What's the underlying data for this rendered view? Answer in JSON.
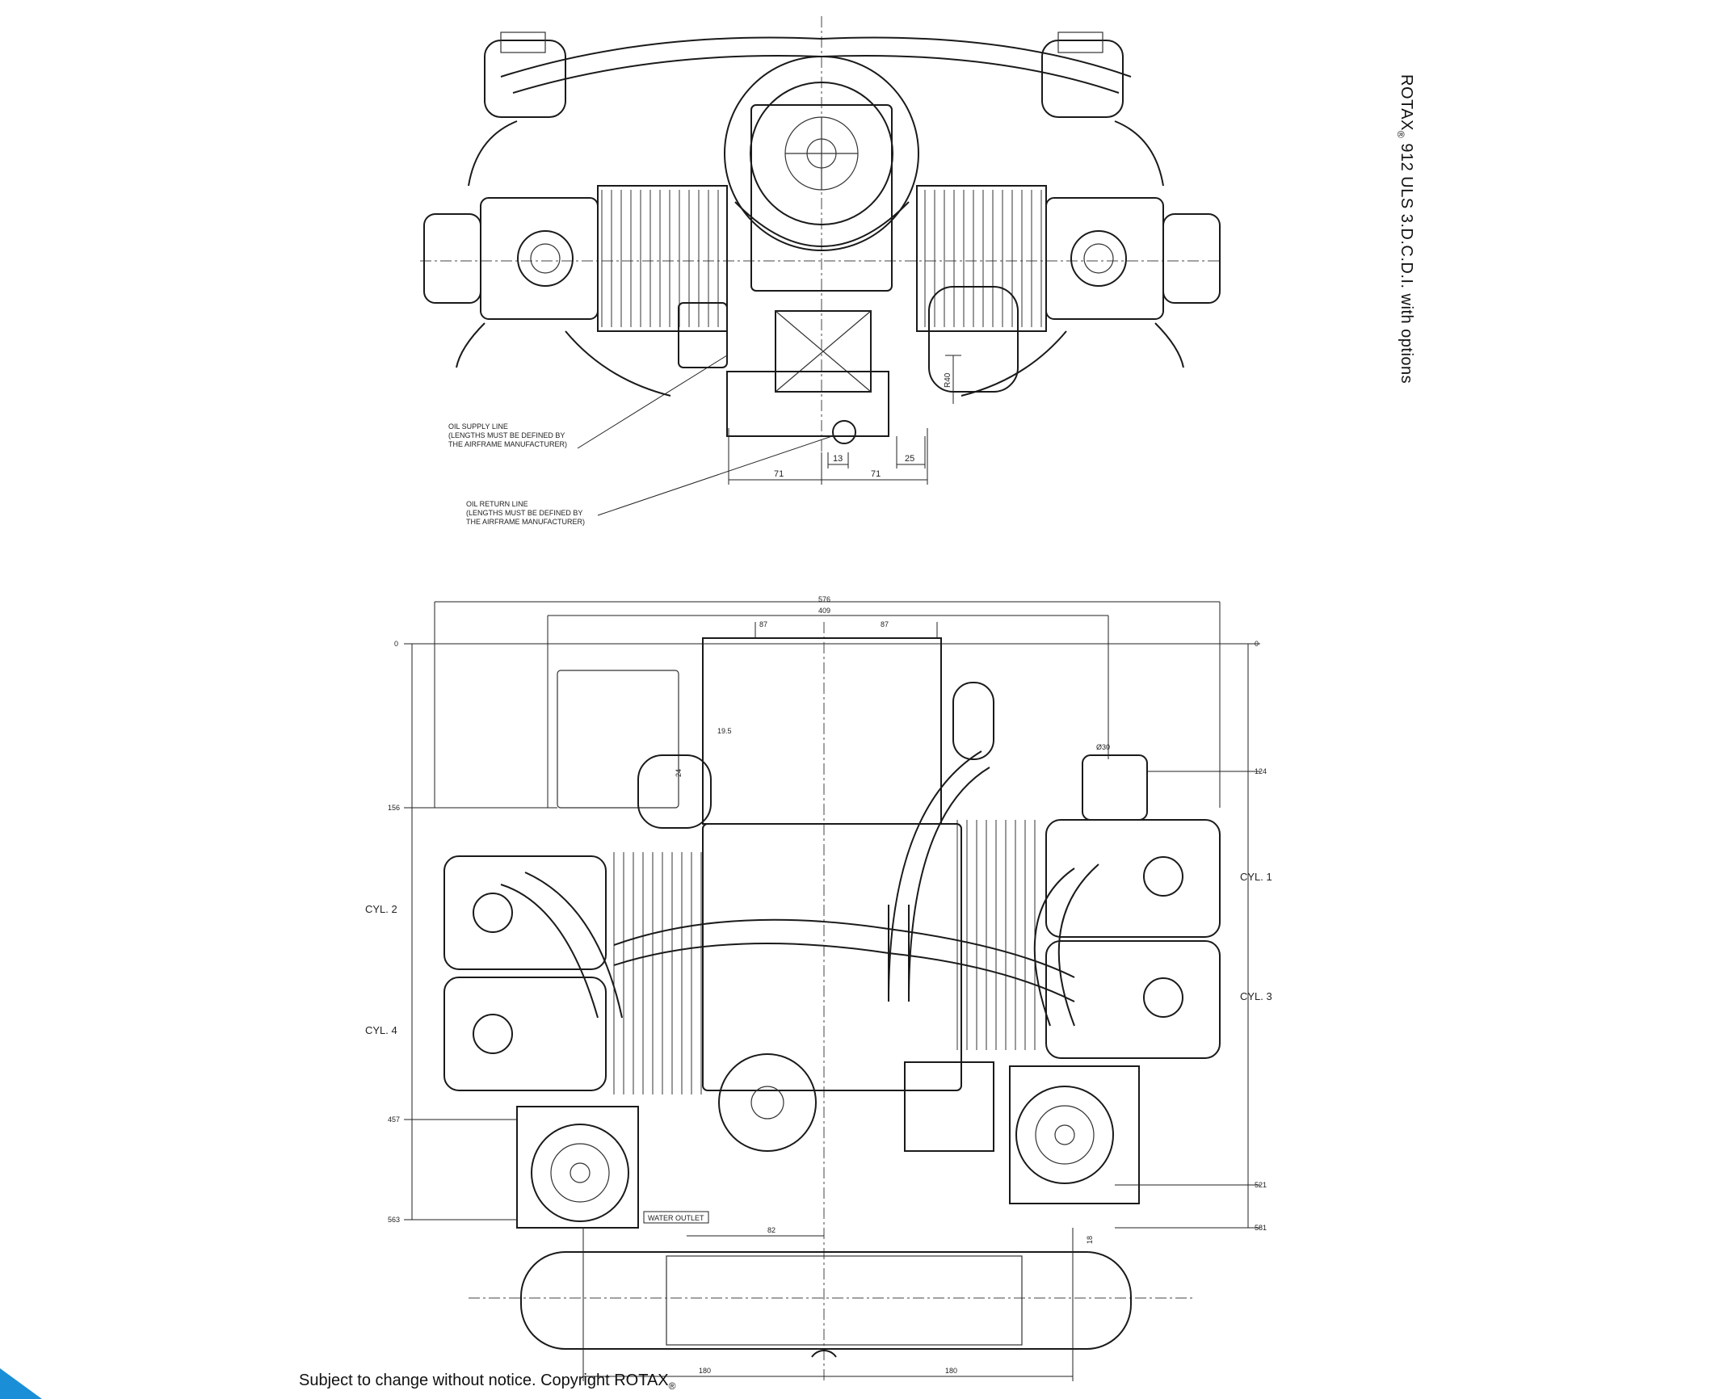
{
  "title": {
    "text": "ROTAX",
    "reg": "®",
    "rest": " 912 ULS 3.D.C.D.I. with options"
  },
  "copyright": {
    "text": "Subject to change without notice. Copyright ROTAX",
    "reg": "®"
  },
  "top_view": {
    "notes": [
      [
        "OIL SUPPLY LINE",
        "(LENGTHS MUST BE DEFINED BY",
        "THE AIRFRAME MANUFACTURER)"
      ],
      [
        "OIL RETURN LINE",
        "(LENGTHS MUST BE DEFINED BY",
        "THE AIRFRAME MANUFACTURER)"
      ]
    ],
    "dims": [
      "71",
      "13",
      "71",
      "25",
      "R40"
    ]
  },
  "bottom_view": {
    "cylinders": [
      "CYL. 1",
      "CYL. 2",
      "CYL. 3",
      "CYL. 4"
    ],
    "water_outlet": "WATER OUTLET",
    "dims_top": [
      "576",
      "409",
      "87",
      "87",
      "Ø30",
      "19.5",
      "24"
    ],
    "dims_left": [
      "0",
      "156",
      "457",
      "563"
    ],
    "dims_right": [
      "0",
      "124",
      "521",
      "581"
    ],
    "dims_bottom": [
      "180",
      "180",
      "82",
      "18"
    ]
  },
  "colors": {
    "accent": "#1a8fd8",
    "line": "#1a1a1a"
  }
}
